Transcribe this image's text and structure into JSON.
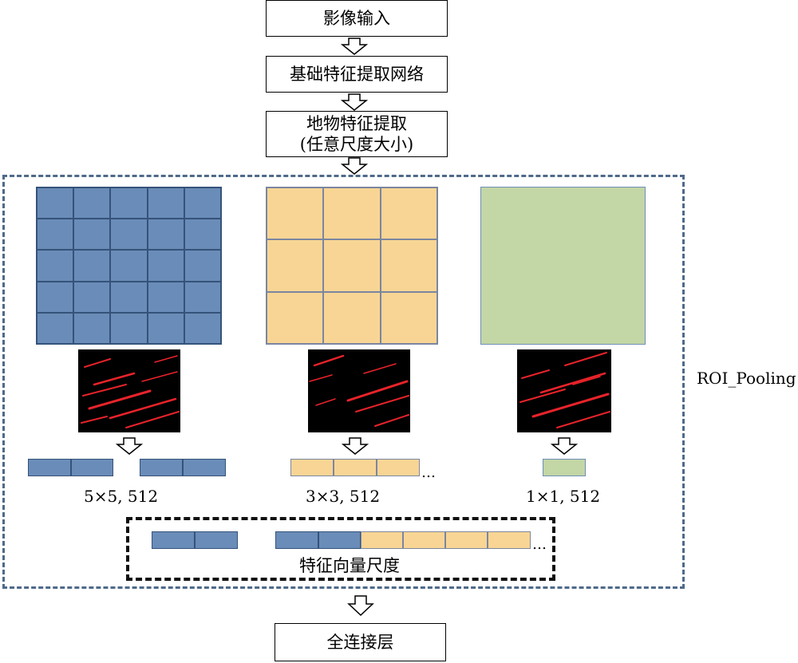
{
  "flow": {
    "step1": "影像输入",
    "step2": "基础特征提取网络",
    "step3_line1": "地物特征提取",
    "step3_line2": "(任意尺度大小)",
    "final": "全连接层"
  },
  "roi": {
    "label": "ROI_Pooling",
    "branches": [
      {
        "grid": 5,
        "color": "#6a8cb8",
        "caption": "5×5, 512"
      },
      {
        "grid": 3,
        "color": "#f8d594",
        "caption": "3×3, 512"
      },
      {
        "grid": 1,
        "color": "#c2d6a6",
        "caption": "1×1, 512"
      }
    ],
    "ellipsis": "…"
  },
  "feature_vector": {
    "label": "特征向量尺度",
    "ellipsis": "…"
  },
  "colors": {
    "blue": "#6a8cb8",
    "yellow": "#f8d594",
    "green": "#c2d6a6",
    "dashed_frame": "#4f6a8a",
    "thumb_streak": "#e8232a"
  }
}
